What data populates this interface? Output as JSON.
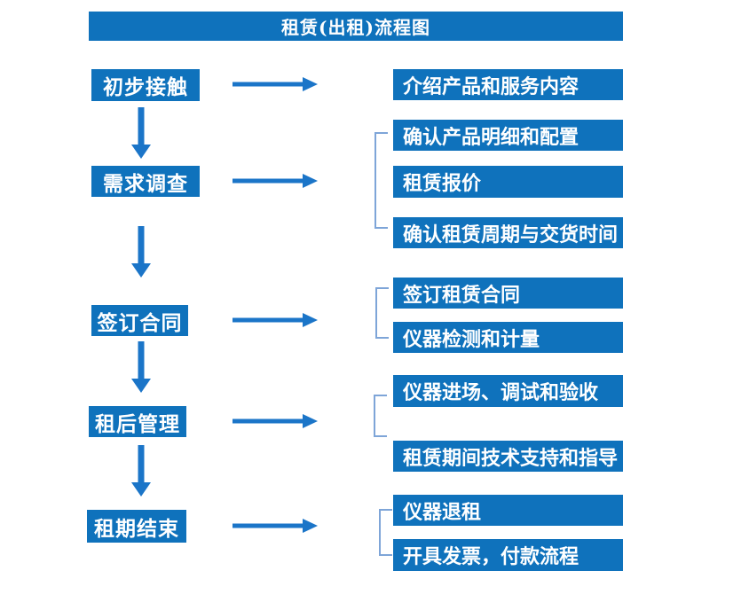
{
  "title": "租赁(出租)流程图",
  "colors": {
    "box_blue": "#0F72BC",
    "arrow_blue": "#1B75C8",
    "bracket_blue": "#7EA5D8",
    "text_white": "#FFFFFF",
    "page_bg": "#FFFFFF"
  },
  "flow": [
    {
      "step": "初步接触",
      "details": [
        "介绍产品和服务内容"
      ]
    },
    {
      "step": "需求调查",
      "details": [
        "确认产品明细和配置",
        "租赁报价",
        "确认租赁周期与交货时间"
      ]
    },
    {
      "step": "签订合同",
      "details": [
        "签订租赁合同",
        "仪器检测和计量"
      ]
    },
    {
      "step": "租后管理",
      "details": [
        "仪器进场、调试和验收",
        "租赁期间技术支持和指导"
      ]
    },
    {
      "step": "租期结束",
      "details": [
        "仪器退租",
        "开具发票，付款流程"
      ]
    }
  ]
}
